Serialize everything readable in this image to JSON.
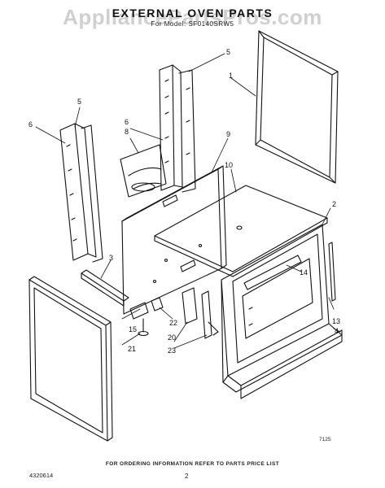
{
  "watermark": "AppliancePartsPros.com",
  "title": "EXTERNAL OVEN PARTS",
  "subtitle": "For Model: SF0140SRW5",
  "footer_note": "FOR ORDERING INFORMATION REFER TO PARTS PRICE LIST",
  "page_number": "2",
  "document_number": "4320614",
  "illustration_code": "7125",
  "callouts": {
    "c1": "1",
    "c2": "2",
    "c3": "3",
    "c4": "4",
    "c5a": "5",
    "c5b": "5",
    "c6a": "6",
    "c6b": "6",
    "c8": "8",
    "c9": "9",
    "c10": "10",
    "c13": "13",
    "c14": "14",
    "c15": "15",
    "c20": "20",
    "c21": "21",
    "c22": "22",
    "c23": "23"
  },
  "colors": {
    "ink": "#111111",
    "watermark": "#c8c8c8",
    "paper": "#ffffff"
  }
}
